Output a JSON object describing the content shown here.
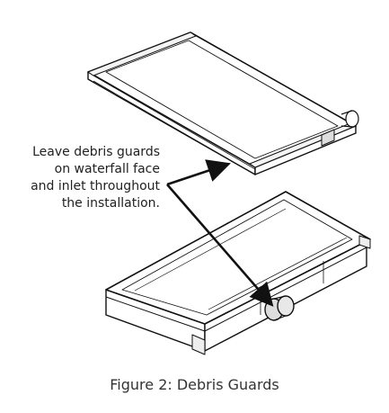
{
  "callout": {
    "lines": [
      "Leave debris guards",
      "on waterfall face",
      "and inlet throughout",
      "the installation."
    ]
  },
  "caption": "Figure 2: Debris Guards"
}
